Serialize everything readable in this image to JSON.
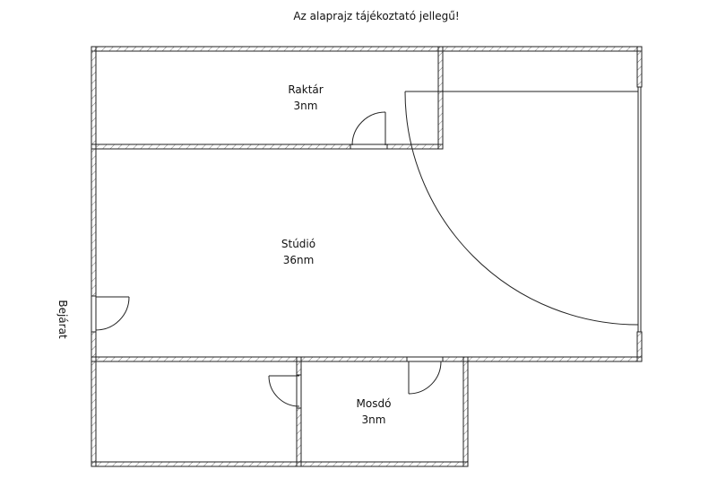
{
  "title": "Az alaprajz tájékoztató jellegű!",
  "entrance_label": "Bejárat",
  "rooms": [
    {
      "name": "Raktár",
      "area": "3nm"
    },
    {
      "name": "Stúdió",
      "area": "36nm"
    },
    {
      "name": "Mosdó",
      "area": "3nm"
    }
  ],
  "colors": {
    "wall": "#222222",
    "background": "#ffffff"
  }
}
